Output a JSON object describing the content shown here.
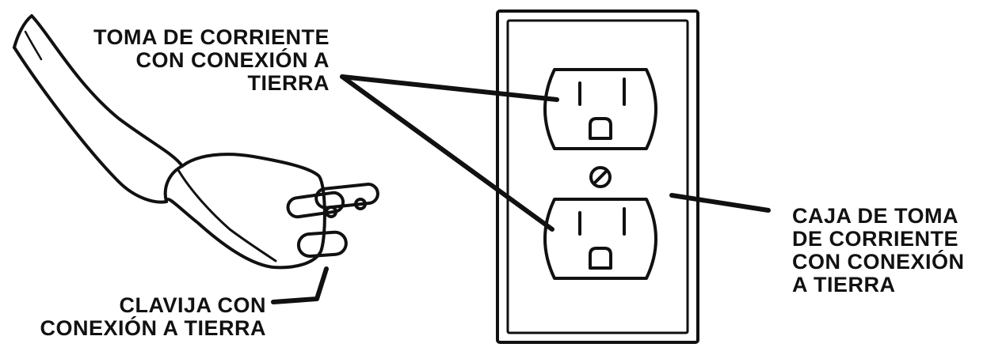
{
  "labels": {
    "grounded_outlet": {
      "lines": [
        "TOMA DE CORRIENTE",
        "CON CONEXIÓN A",
        "TIERRA"
      ]
    },
    "grounded_plug": {
      "lines": [
        "CLAVIJA CON",
        "CONEXIÓN A TIERRA"
      ]
    },
    "grounded_outlet_box": {
      "lines": [
        "CAJA DE TOMA",
        "DE CORRIENTE",
        "CON CONEXIÓN",
        "A TIERRA"
      ]
    }
  },
  "colors": {
    "ink": "#111111",
    "background": "#ffffff"
  },
  "icons": [
    "power-cord-icon",
    "grounded-plug-icon",
    "wall-plate-icon",
    "duplex-receptacle-icon",
    "screw-icon"
  ]
}
